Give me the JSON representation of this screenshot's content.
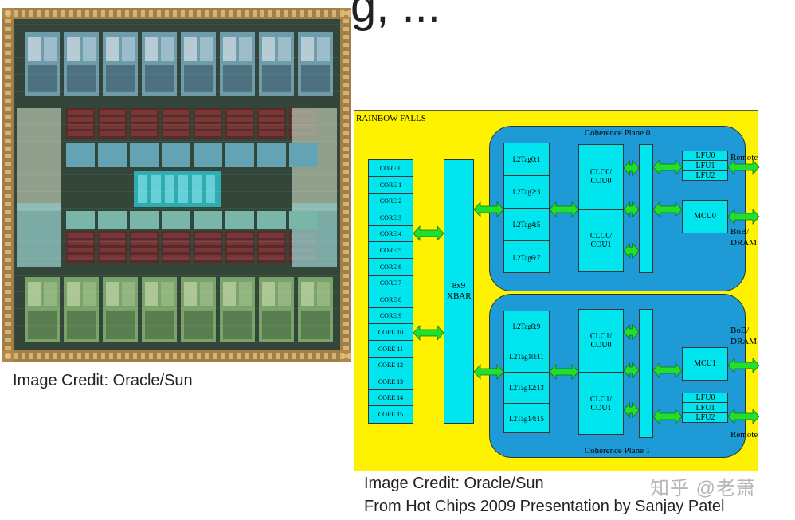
{
  "slide": {
    "title_fragment": "g, ...",
    "credit_left": "Image Credit: Oracle/Sun",
    "credit_right": "Image Credit: Oracle/Sun",
    "source": "From Hot Chips 2009 Presentation by Sanjay Patel",
    "watermark": "知乎 @老萧"
  },
  "diagram": {
    "title": "RAINBOW FALLS",
    "cores": [
      "CORE 0",
      "CORE 1",
      "CORE 2",
      "CORE 3",
      "CORE 4",
      "CORE 5",
      "CORE 6",
      "CORE 7",
      "CORE 8",
      "CORE 9",
      "CORE 10",
      "CORE 11",
      "CORE 12",
      "CORE 13",
      "CORE 14",
      "CORE 15"
    ],
    "xbar": "8x9 XBAR",
    "plane0": {
      "label": "Coherence Plane 0",
      "l2tags": [
        "L2Tag0:1",
        "L2Tag2:3",
        "L2Tag4:5",
        "L2Tag6:7"
      ],
      "clc_top": "CLC0/ COU0",
      "clc_bottom": "CLC0/ COU1",
      "lfu": [
        "LFU0",
        "LFU1",
        "LFU2"
      ],
      "mcu": "MCU0",
      "remote": "Remote",
      "bob_dram": "BoB/ DRAM"
    },
    "plane1": {
      "label": "Coherence Plane 1",
      "l2tags": [
        "L2Tag8:9",
        "L2Tag10:11",
        "L2Tag12:13",
        "L2Tag14:15"
      ],
      "clc_top": "CLC1/ COU0",
      "clc_bottom": "CLC1/ COU1",
      "lfu": [
        "LFU0",
        "LFU1",
        "LFU2"
      ],
      "mcu": "MCU1",
      "remote": "Remote",
      "bob_dram": "BoB/ DRAM"
    }
  },
  "colors": {
    "board": "#fff200",
    "plane": "#1e9ad6",
    "block": "#00e5ee",
    "arrow": "#22e02a"
  }
}
